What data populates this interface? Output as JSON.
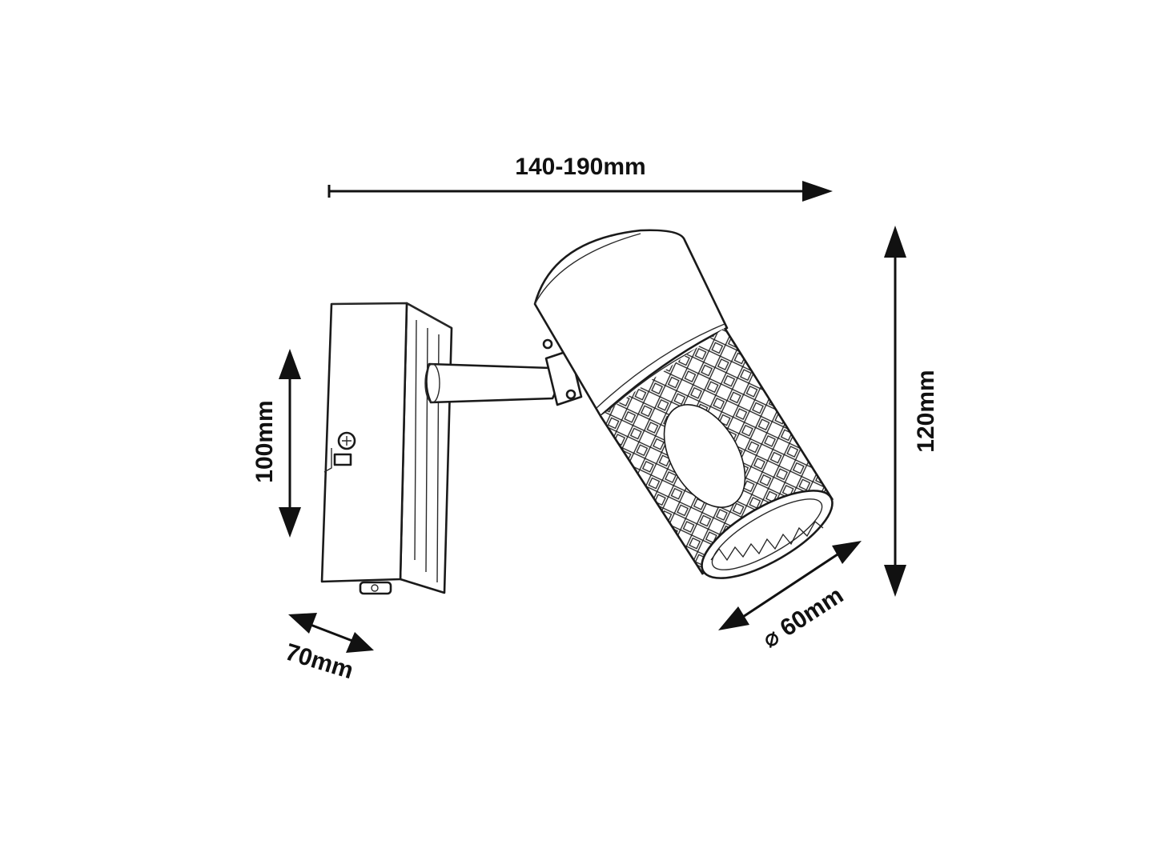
{
  "dimensions": {
    "width_range": "140-190mm",
    "height_lamp": "120mm",
    "height_base": "100mm",
    "depth_base": "70mm",
    "shade_diameter": "⌀ 60mm"
  },
  "colors": {
    "ink": "#111111",
    "background": "#ffffff"
  }
}
